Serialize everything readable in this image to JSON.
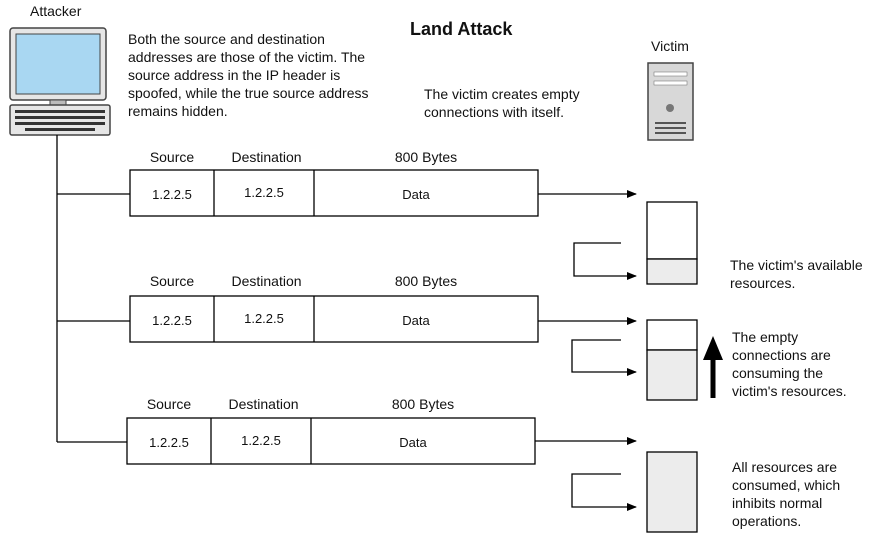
{
  "title": "Land Attack",
  "attacker_label": "Attacker",
  "victim_label": "Victim",
  "attacker_note": "Both the source and destination addresses are those of the victim. The source address in the IP header is spoofed, while the true source address remains hidden.",
  "victim_note": "The victim creates empty connections with itself.",
  "packets": [
    {
      "source_header": "Source",
      "destination_header": "Destination",
      "size_header": "800 Bytes",
      "source": "1.2.2.5",
      "destination": "1.2.2.5",
      "data": "Data"
    },
    {
      "source_header": "Source",
      "destination_header": "Destination",
      "size_header": "800 Bytes",
      "source": "1.2.2.5",
      "destination": "1.2.2.5",
      "data": "Data"
    },
    {
      "source_header": "Source",
      "destination_header": "Destination",
      "size_header": "800 Bytes",
      "source": "1.2.2.5",
      "destination": "1.2.2.5",
      "data": "Data"
    }
  ],
  "stages": [
    {
      "note": "The victim's available resources."
    },
    {
      "note": "The empty connections are consuming the victim's resources."
    },
    {
      "note": "All resources are consumed, which inhibits normal operations."
    }
  ]
}
